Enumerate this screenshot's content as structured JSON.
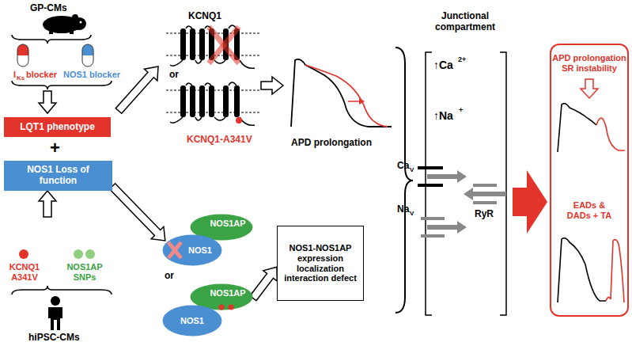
{
  "diagram": {
    "nodes": [
      {
        "text": [
          "LQT1 phenotype"
        ]
      },
      {
        "text": [
          "NOS1 Loss of function"
        ]
      },
      {
        "text": [
          "NOS1AP"
        ]
      },
      {
        "text": [
          "NOS1"
        ]
      },
      {
        "text": [
          "NOS1AP"
        ]
      },
      {
        "text": [
          "NOS1"
        ]
      },
      {
        "text": [
          "NOS1-NOS1AP expression localization interaction defect"
        ]
      },
      {
        "text": [
          "APD prolongation SR instability",
          "EADs & DADs + TA"
        ]
      }
    ],
    "edges": [
      {
        "from": 1,
        "to": 3,
        "arrow": "to"
      },
      {
        "from": 4,
        "to": 6,
        "arrow": "to"
      }
    ],
    "labels": [
      "GP-CMs",
      "I",
      "Ks",
      "blocker",
      "NOS1 blocker",
      "+",
      "KCNQ1 A341V",
      "NOS1AP SNPs",
      "hiPSC-CMs",
      "KCNQ1",
      "or",
      "KCNQ1-A341V",
      "APD prolongation",
      "or",
      "Junctional compartment",
      "↑Ca",
      "2+",
      "↑Na",
      "+",
      "Ca",
      "V",
      "Na",
      "V",
      "RyR"
    ]
  }
}
